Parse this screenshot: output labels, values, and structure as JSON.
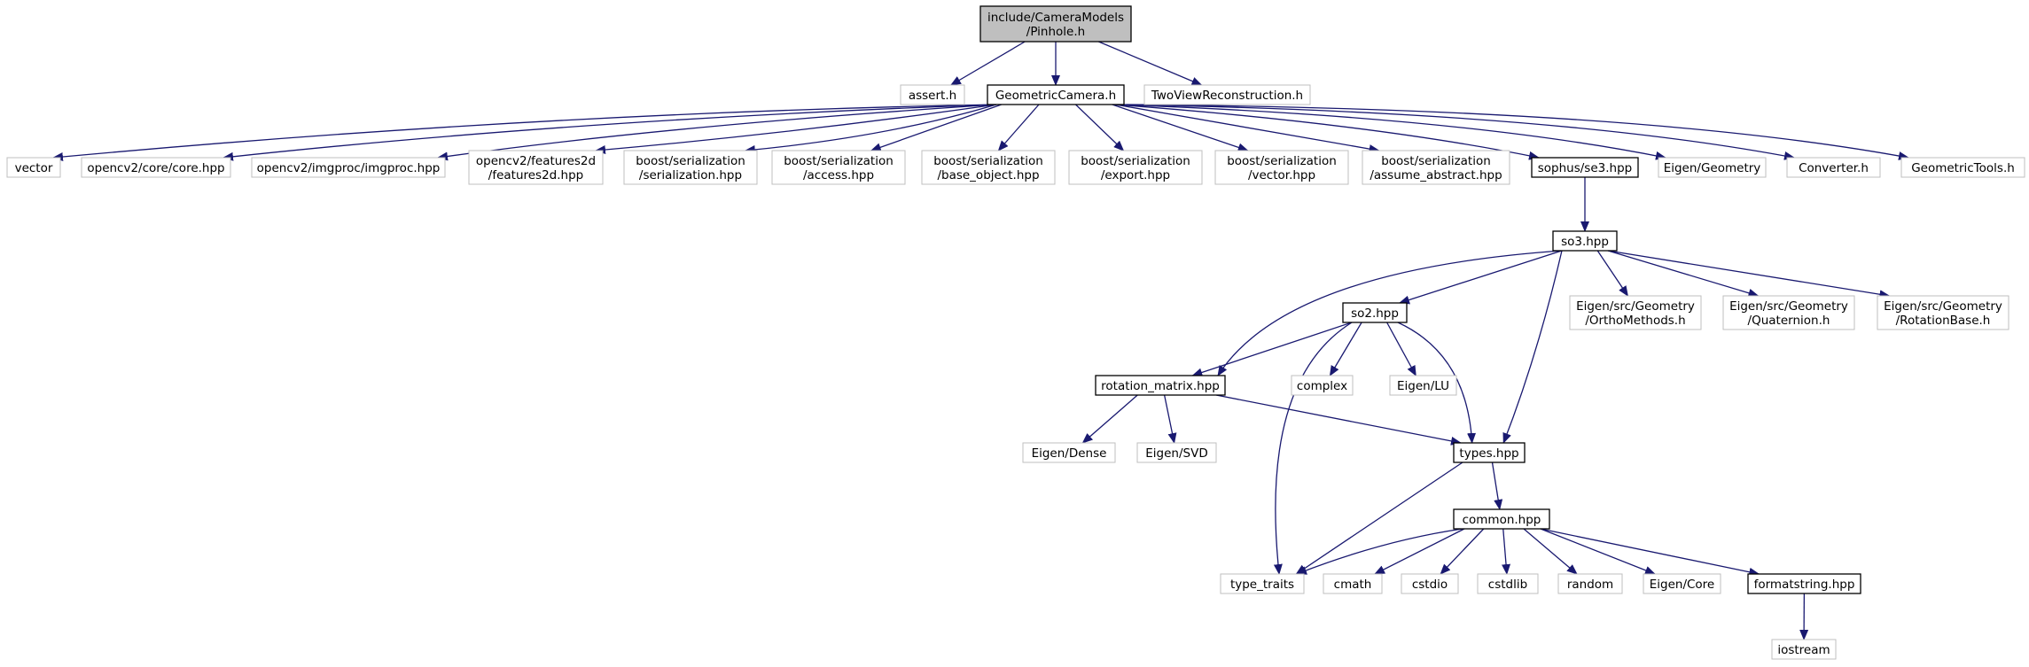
{
  "colors": {
    "edge": "#191970",
    "documented_border": "#000000",
    "external_border": "#bfbfbf",
    "root_fill": "#bfbfbf",
    "node_fill": "#ffffff"
  },
  "nodes": [
    {
      "id": "pinhole",
      "lines": [
        "include/CameraModels",
        "/Pinhole.h"
      ],
      "kind": "root"
    },
    {
      "id": "assert",
      "lines": [
        "assert.h"
      ],
      "kind": "external"
    },
    {
      "id": "geometriccamera",
      "lines": [
        "GeometricCamera.h"
      ],
      "kind": "documented"
    },
    {
      "id": "twoview",
      "lines": [
        "TwoViewReconstruction.h"
      ],
      "kind": "external"
    },
    {
      "id": "vector",
      "lines": [
        "vector"
      ],
      "kind": "external"
    },
    {
      "id": "core",
      "lines": [
        "opencv2/core/core.hpp"
      ],
      "kind": "external"
    },
    {
      "id": "imgproc",
      "lines": [
        "opencv2/imgproc/imgproc.hpp"
      ],
      "kind": "external"
    },
    {
      "id": "features2d",
      "lines": [
        "opencv2/features2d",
        "/features2d.hpp"
      ],
      "kind": "external"
    },
    {
      "id": "serialization",
      "lines": [
        "boost/serialization",
        "/serialization.hpp"
      ],
      "kind": "external"
    },
    {
      "id": "access",
      "lines": [
        "boost/serialization",
        "/access.hpp"
      ],
      "kind": "external"
    },
    {
      "id": "base_object",
      "lines": [
        "boost/serialization",
        "/base_object.hpp"
      ],
      "kind": "external"
    },
    {
      "id": "export",
      "lines": [
        "boost/serialization",
        "/export.hpp"
      ],
      "kind": "external"
    },
    {
      "id": "bvector",
      "lines": [
        "boost/serialization",
        "/vector.hpp"
      ],
      "kind": "external"
    },
    {
      "id": "assume_abstract",
      "lines": [
        "boost/serialization",
        "/assume_abstract.hpp"
      ],
      "kind": "external"
    },
    {
      "id": "se3",
      "lines": [
        "sophus/se3.hpp"
      ],
      "kind": "documented"
    },
    {
      "id": "eigen_geometry",
      "lines": [
        "Eigen/Geometry"
      ],
      "kind": "external"
    },
    {
      "id": "converter",
      "lines": [
        "Converter.h"
      ],
      "kind": "external"
    },
    {
      "id": "geometrictools",
      "lines": [
        "GeometricTools.h"
      ],
      "kind": "external"
    },
    {
      "id": "so3",
      "lines": [
        "so3.hpp"
      ],
      "kind": "documented"
    },
    {
      "id": "so2",
      "lines": [
        "so2.hpp"
      ],
      "kind": "documented"
    },
    {
      "id": "orthomethods",
      "lines": [
        "Eigen/src/Geometry",
        "/OrthoMethods.h"
      ],
      "kind": "external"
    },
    {
      "id": "quaternion",
      "lines": [
        "Eigen/src/Geometry",
        "/Quaternion.h"
      ],
      "kind": "external"
    },
    {
      "id": "rotationbase",
      "lines": [
        "Eigen/src/Geometry",
        "/RotationBase.h"
      ],
      "kind": "external"
    },
    {
      "id": "rotation_matrix",
      "lines": [
        "rotation_matrix.hpp"
      ],
      "kind": "documented"
    },
    {
      "id": "complex",
      "lines": [
        "complex"
      ],
      "kind": "external"
    },
    {
      "id": "eigen_lu",
      "lines": [
        "Eigen/LU"
      ],
      "kind": "external"
    },
    {
      "id": "eigen_dense",
      "lines": [
        "Eigen/Dense"
      ],
      "kind": "external"
    },
    {
      "id": "eigen_svd",
      "lines": [
        "Eigen/SVD"
      ],
      "kind": "external"
    },
    {
      "id": "types",
      "lines": [
        "types.hpp"
      ],
      "kind": "documented"
    },
    {
      "id": "common",
      "lines": [
        "common.hpp"
      ],
      "kind": "documented"
    },
    {
      "id": "type_traits",
      "lines": [
        "type_traits"
      ],
      "kind": "external"
    },
    {
      "id": "cmath",
      "lines": [
        "cmath"
      ],
      "kind": "external"
    },
    {
      "id": "cstdio",
      "lines": [
        "cstdio"
      ],
      "kind": "external"
    },
    {
      "id": "cstdlib",
      "lines": [
        "cstdlib"
      ],
      "kind": "external"
    },
    {
      "id": "random",
      "lines": [
        "random"
      ],
      "kind": "external"
    },
    {
      "id": "eigen_core",
      "lines": [
        "Eigen/Core"
      ],
      "kind": "external"
    },
    {
      "id": "formatstring",
      "lines": [
        "formatstring.hpp"
      ],
      "kind": "documented"
    },
    {
      "id": "iostream",
      "lines": [
        "iostream"
      ],
      "kind": "external"
    }
  ],
  "edges": [
    [
      "pinhole",
      "assert"
    ],
    [
      "pinhole",
      "geometriccamera"
    ],
    [
      "pinhole",
      "twoview"
    ],
    [
      "geometriccamera",
      "vector"
    ],
    [
      "geometriccamera",
      "core"
    ],
    [
      "geometriccamera",
      "imgproc"
    ],
    [
      "geometriccamera",
      "features2d"
    ],
    [
      "geometriccamera",
      "serialization"
    ],
    [
      "geometriccamera",
      "access"
    ],
    [
      "geometriccamera",
      "base_object"
    ],
    [
      "geometriccamera",
      "export"
    ],
    [
      "geometriccamera",
      "bvector"
    ],
    [
      "geometriccamera",
      "assume_abstract"
    ],
    [
      "geometriccamera",
      "se3"
    ],
    [
      "geometriccamera",
      "eigen_geometry"
    ],
    [
      "geometriccamera",
      "converter"
    ],
    [
      "geometriccamera",
      "geometrictools"
    ],
    [
      "se3",
      "so3"
    ],
    [
      "so3",
      "rotation_matrix"
    ],
    [
      "so3",
      "so2"
    ],
    [
      "so3",
      "types"
    ],
    [
      "so3",
      "orthomethods"
    ],
    [
      "so3",
      "quaternion"
    ],
    [
      "so3",
      "rotationbase"
    ],
    [
      "so2",
      "rotation_matrix"
    ],
    [
      "so2",
      "type_traits"
    ],
    [
      "so2",
      "complex"
    ],
    [
      "so2",
      "eigen_lu"
    ],
    [
      "so2",
      "types"
    ],
    [
      "rotation_matrix",
      "eigen_dense"
    ],
    [
      "rotation_matrix",
      "eigen_svd"
    ],
    [
      "rotation_matrix",
      "types"
    ],
    [
      "types",
      "type_traits"
    ],
    [
      "types",
      "common"
    ],
    [
      "common",
      "type_traits"
    ],
    [
      "common",
      "cmath"
    ],
    [
      "common",
      "cstdio"
    ],
    [
      "common",
      "cstdlib"
    ],
    [
      "common",
      "random"
    ],
    [
      "common",
      "eigen_core"
    ],
    [
      "common",
      "formatstring"
    ],
    [
      "formatstring",
      "iostream"
    ]
  ]
}
